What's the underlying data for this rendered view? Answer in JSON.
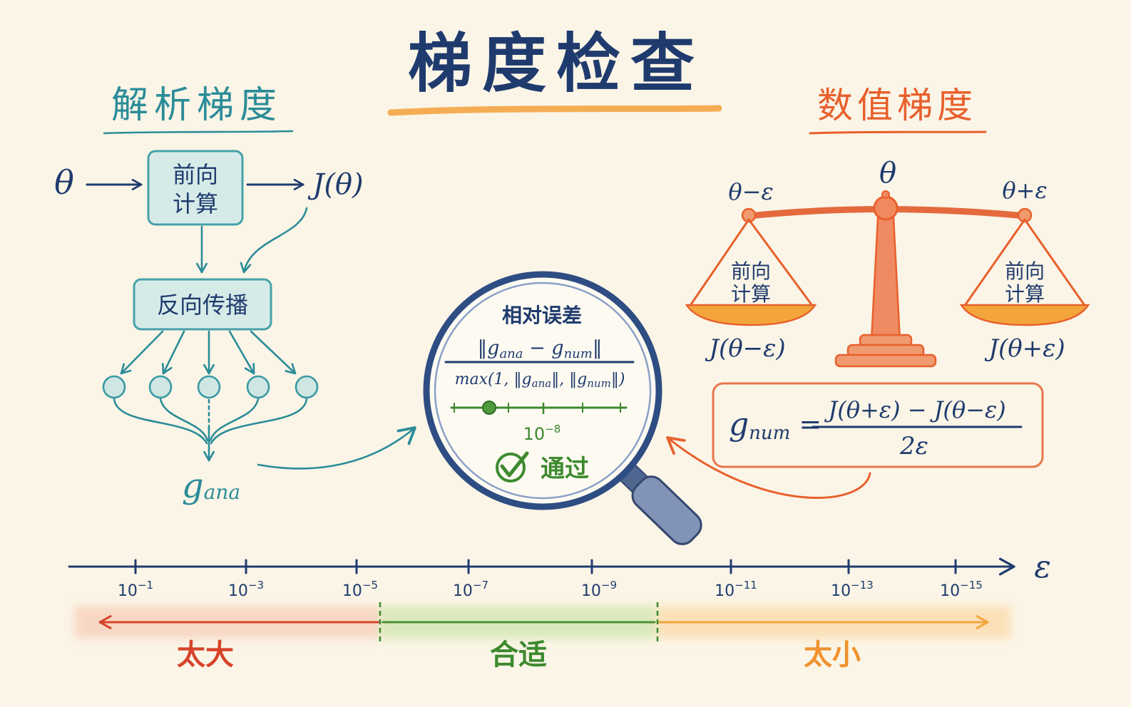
{
  "title": "梯度检查",
  "colors": {
    "navy": "#1f3b6e",
    "teal": "#2b8c98",
    "teal_fill": "#d6ebe8",
    "orange": "#e8602c",
    "amber": "#f3a53c",
    "red": "#d6432a",
    "green": "#3d8a2f",
    "background": "#fbf5e7"
  },
  "icons": {
    "lens": "magnifying-glass-icon",
    "pass": "check-circle-icon",
    "scale": "balance-scale-icon"
  },
  "analytic": {
    "heading": "解析梯度",
    "input": "θ",
    "forward": {
      "line1": "前向",
      "line2": "计算"
    },
    "output": "J(θ)",
    "backprop": "反向传播",
    "gradient": {
      "base": "g",
      "sub": "ana"
    }
  },
  "numeric": {
    "heading": "数值梯度",
    "center": "θ",
    "left_input": "θ−ε",
    "right_input": "θ+ε",
    "left_pan": {
      "line1": "前向",
      "line2": "计算"
    },
    "right_pan": {
      "line1": "前向",
      "line2": "计算"
    },
    "left_output": "J(θ−ε)",
    "right_output": "J(θ+ε)",
    "formula": {
      "lhs": {
        "base": "g",
        "sub": "num"
      },
      "equals": " =",
      "numerator": "J(θ+ε) − J(θ−ε)",
      "denominator": "2ε"
    }
  },
  "comparison": {
    "label": "相对误差",
    "numerator": [
      "‖g",
      "ana",
      " − g",
      "num",
      "‖"
    ],
    "denominator": [
      "max(1, ‖g",
      "ana",
      "‖, ‖g",
      "num",
      "‖)"
    ],
    "value": {
      "base": "10",
      "exp": "−8"
    },
    "status": "通过"
  },
  "epsilon_axis": {
    "label": "ε",
    "ticks": [
      {
        "base": "10",
        "exp": "−1"
      },
      {
        "base": "10",
        "exp": "−3"
      },
      {
        "base": "10",
        "exp": "−5"
      },
      {
        "base": "10",
        "exp": "−7"
      },
      {
        "base": "10",
        "exp": "−9"
      },
      {
        "base": "10",
        "exp": "−11"
      },
      {
        "base": "10",
        "exp": "−13"
      },
      {
        "base": "10",
        "exp": "−15"
      }
    ]
  },
  "zones": [
    {
      "label": "太大"
    },
    {
      "label": "合适"
    },
    {
      "label": "太小"
    }
  ]
}
